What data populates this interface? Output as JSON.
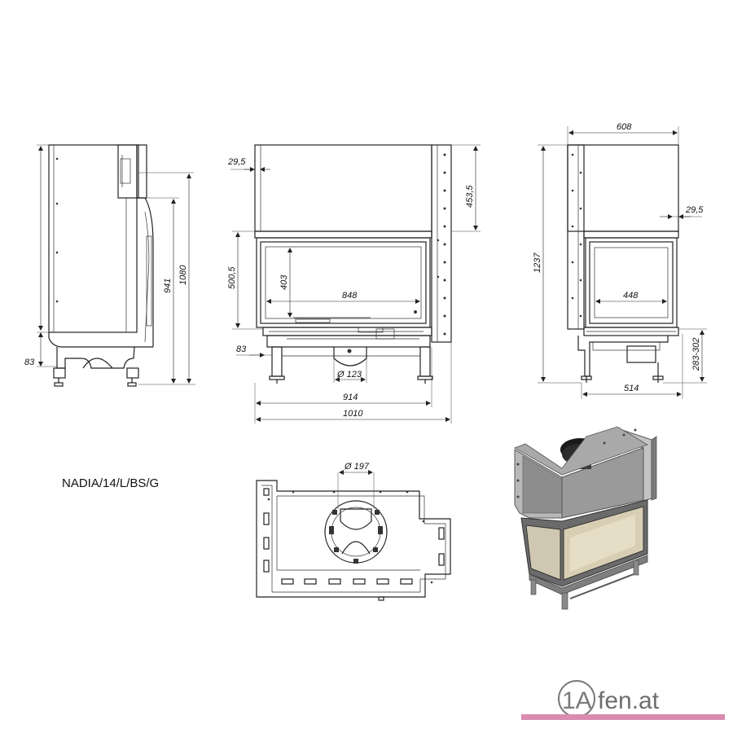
{
  "model": {
    "name": "NADIA/14/L/BS/G"
  },
  "side_view": {
    "dim_83": "83",
    "dim_941": "941",
    "dim_1080": "1080"
  },
  "front_view": {
    "dim_29_5": "29,5",
    "dim_453_5": "453,5",
    "dim_500_5": "500,5",
    "dim_403": "403",
    "dim_848": "848",
    "dim_83": "83",
    "dim_123": "Ø 123",
    "dim_914": "914",
    "dim_1010": "1010"
  },
  "right_view": {
    "dim_608": "608",
    "dim_29_5": "29,5",
    "dim_1237": "1237",
    "dim_448": "448",
    "dim_283_302": "283-302",
    "dim_514": "514"
  },
  "top_view": {
    "dim_197": "Ø 197"
  },
  "logo": {
    "left": "1A",
    "right": "fen.at",
    "bar_color": "#d98cb0"
  }
}
